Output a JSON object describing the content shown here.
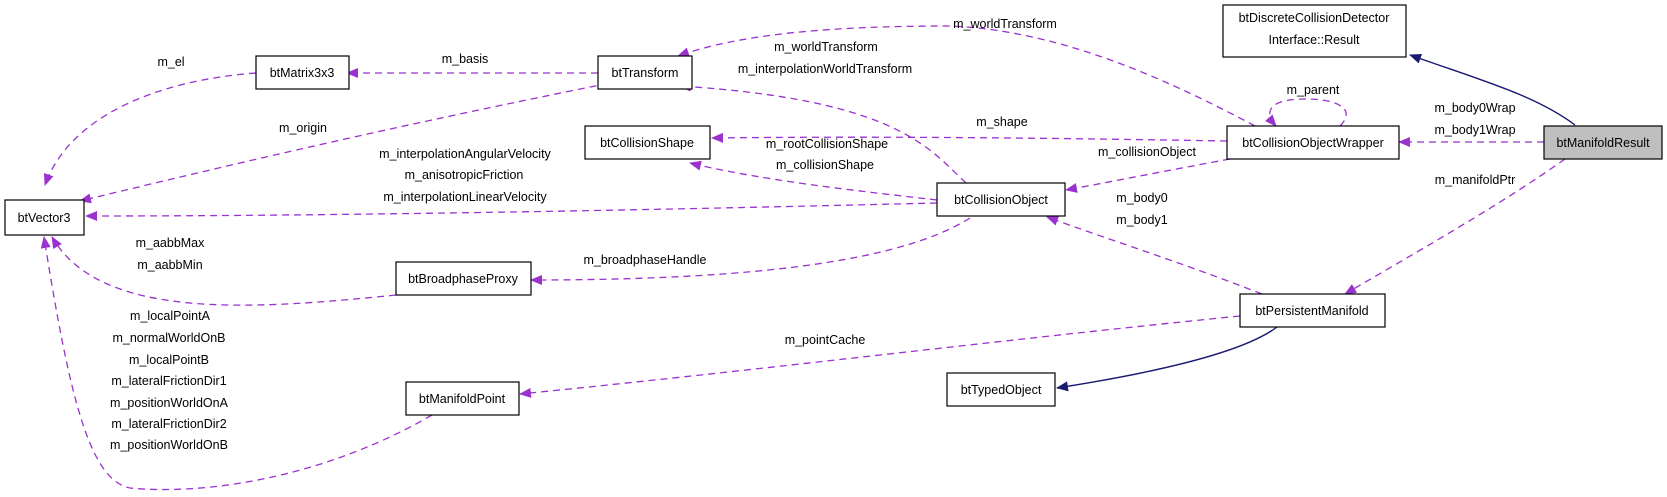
{
  "nodes": {
    "btManifoldResult": "btManifoldResult",
    "btDiscreteCollisionDetectorInterfaceResult_line1": "btDiscreteCollisionDetector",
    "btDiscreteCollisionDetectorInterfaceResult_line2": "Interface::Result",
    "btCollisionObjectWrapper": "btCollisionObjectWrapper",
    "btPersistentManifold": "btPersistentManifold",
    "btCollisionObject": "btCollisionObject",
    "btTypedObject": "btTypedObject",
    "btTransform": "btTransform",
    "btMatrix3x3": "btMatrix3x3",
    "btCollisionShape": "btCollisionShape",
    "btVector3": "btVector3",
    "btBroadphaseProxy": "btBroadphaseProxy",
    "btManifoldPoint": "btManifoldPoint"
  },
  "edges": {
    "m_worldTransform_wrapper": "m_worldTransform",
    "m_parent": "m_parent",
    "m_body0Wrap": "m_body0Wrap",
    "m_body1Wrap": "m_body1Wrap",
    "m_manifoldPtr": "m_manifoldPtr",
    "m_shape": "m_shape",
    "m_collisionObject": "m_collisionObject",
    "m_body0": "m_body0",
    "m_body1": "m_body1",
    "m_pointCache": "m_pointCache",
    "m_worldTransform_obj": "m_worldTransform",
    "m_interpolationWorldTransform": "m_interpolationWorldTransform",
    "m_rootCollisionShape": "m_rootCollisionShape",
    "m_collisionShape": "m_collisionShape",
    "m_interpolationAngularVelocity": "m_interpolationAngularVelocity",
    "m_anisotropicFriction": "m_anisotropicFriction",
    "m_interpolationLinearVelocity": "m_interpolationLinearVelocity",
    "m_broadphaseHandle": "m_broadphaseHandle",
    "m_basis": "m_basis",
    "m_el": "m_el",
    "m_origin": "m_origin",
    "m_aabbMax": "m_aabbMax",
    "m_aabbMin": "m_aabbMin",
    "m_localPointA": "m_localPointA",
    "m_normalWorldOnB": "m_normalWorldOnB",
    "m_localPointB": "m_localPointB",
    "m_lateralFrictionDir1": "m_lateralFrictionDir1",
    "m_positionWorldOnA": "m_positionWorldOnA",
    "m_lateralFrictionDir2": "m_lateralFrictionDir2",
    "m_positionWorldOnB": "m_positionWorldOnB"
  },
  "colors": {
    "inheritance": "#191970",
    "usage": "#9a32cd",
    "highlight_fill": "#bfbfbf"
  }
}
